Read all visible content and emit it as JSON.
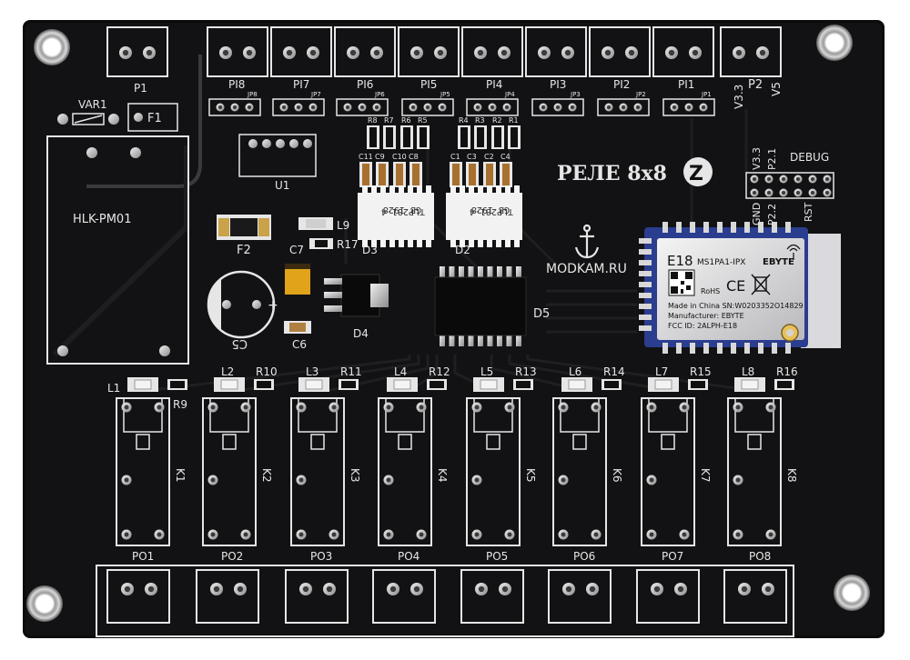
{
  "board": {
    "title": "РЕЛЕ 8x8",
    "brand": "MODKAM.RU",
    "logo_letter": "Z",
    "power_module": "HLK-PM01",
    "varistor": "VAR1",
    "fuse1": "F1",
    "fuse2": "F2",
    "cap_c5": "C5",
    "cap_c6": "C6",
    "cap_c7": "C7",
    "ind_l9": "L9",
    "res_r17": "R17",
    "reg_d4": "D4",
    "u1": "U1",
    "d2": "D2",
    "d3": "D3",
    "d5": "D5",
    "optocoupler_mark": "TLP281-4",
    "opto_code": "GB 1928"
  },
  "top_connectors": {
    "power": "P1",
    "inputs": [
      "PI8",
      "PI7",
      "PI6",
      "PI5",
      "PI4",
      "PI3",
      "PI2",
      "PI1"
    ],
    "p2": "P2",
    "v33": "V3.3",
    "v5": "V5"
  },
  "jumpers": [
    "JP8",
    "JP7",
    "JP6",
    "JP5",
    "JP4",
    "JP3",
    "JP2",
    "JP1"
  ],
  "opto_resistors_left": [
    "R8",
    "R7",
    "R6",
    "R5"
  ],
  "opto_resistors_right": [
    "R4",
    "R3",
    "R2",
    "R1"
  ],
  "caps_left": [
    "C11",
    "C9",
    "C10",
    "C8"
  ],
  "caps_right": [
    "C1",
    "C3",
    "C2",
    "C4"
  ],
  "debug_header": {
    "label": "DEBUG",
    "v33": "V3.3",
    "p21": "P2.1",
    "gnd": "GND",
    "p22": "P2.2",
    "rst": "RST"
  },
  "module": {
    "name": "E18",
    "model": "MS1PA1-IPX",
    "brand": "EBYTE",
    "line1": "Made in China SN:W0203352O14829",
    "line2": "Manufacturer: EBYTE",
    "line3": "FCC ID: 2ALPH-E18",
    "ce": "CE",
    "rohs": "RoHS"
  },
  "leds": [
    "L1",
    "L2",
    "L3",
    "L4",
    "L5",
    "L6",
    "L7",
    "L8"
  ],
  "led_resistors": [
    "R9",
    "R10",
    "R11",
    "R12",
    "R13",
    "R14",
    "R15",
    "R16"
  ],
  "relays": [
    "K1",
    "K2",
    "K3",
    "K4",
    "K5",
    "K6",
    "K7",
    "K8"
  ],
  "outputs": [
    "PO1",
    "PO2",
    "PO3",
    "PO4",
    "PO5",
    "PO6",
    "PO7",
    "PO8"
  ]
}
